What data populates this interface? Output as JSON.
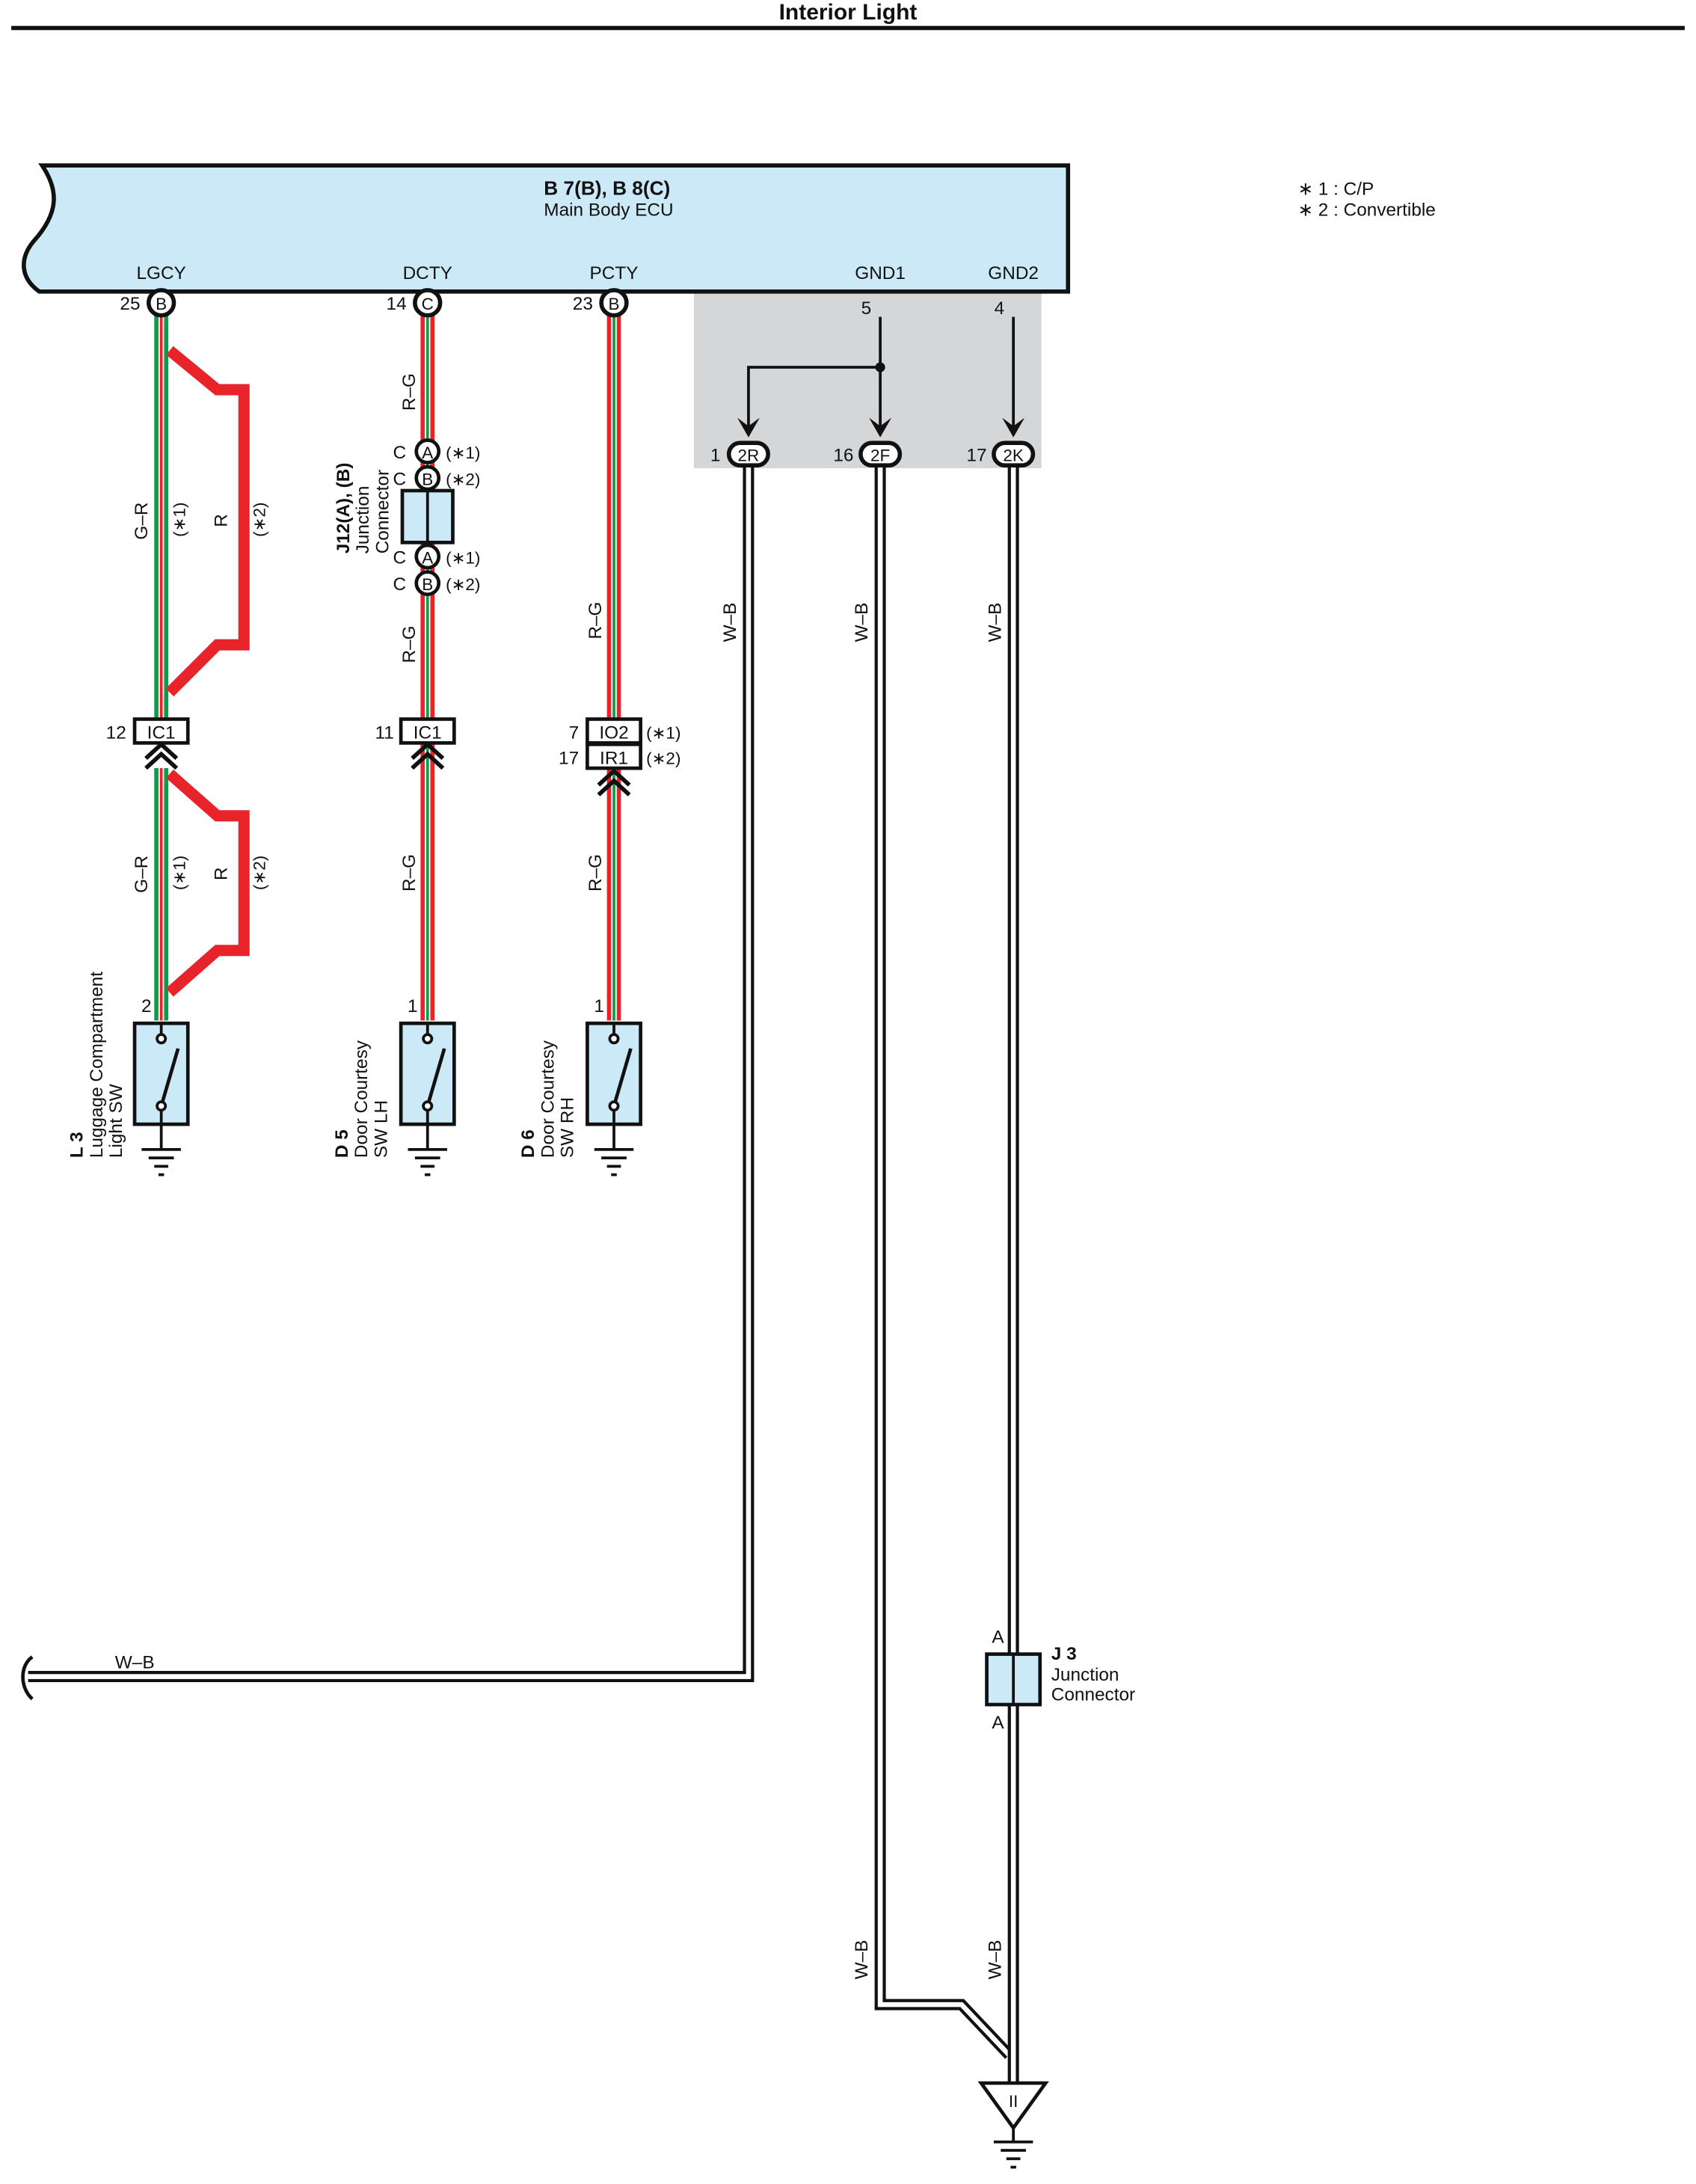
{
  "title": "Interior Light",
  "legend": [
    "∗ 1 : C/P",
    "∗ 2 : Convertible"
  ],
  "ecu": {
    "code": "B 7(B), B 8(C)",
    "name": "Main Body ECU"
  },
  "terminals": [
    {
      "label": "LGCY",
      "pin": "25",
      "conn": "B"
    },
    {
      "label": "DCTY",
      "pin": "14",
      "conn": "C"
    },
    {
      "label": "PCTY",
      "pin": "23",
      "conn": "B"
    },
    {
      "label": "GND1",
      "pin": "5"
    },
    {
      "label": "GND2",
      "pin": "4"
    }
  ],
  "ground_points": [
    {
      "pin": "1",
      "conn": "2R"
    },
    {
      "pin": "16",
      "conn": "2F"
    },
    {
      "pin": "17",
      "conn": "2K"
    }
  ],
  "wires": {
    "gr": "G–R",
    "r": "R",
    "rg": "R–G",
    "wb": "W–B",
    "star1": "(∗1)",
    "star2": "(∗2)"
  },
  "j12": {
    "code": "J12(A), (B)",
    "line1": "Junction",
    "line2": "Connector",
    "pin": "C",
    "connA": "A",
    "connB": "B"
  },
  "inline_connectors": [
    {
      "pin": "12",
      "conn": "IC1"
    },
    {
      "pin": "11",
      "conn": "IC1"
    },
    {
      "pin": "7",
      "conn": "IO2"
    },
    {
      "pin": "17",
      "conn": "IR1"
    }
  ],
  "switches": [
    {
      "pin": "2",
      "code": "L 3",
      "line1": "Luggage Compartment",
      "line2": "Light SW"
    },
    {
      "pin": "1",
      "code": "D 5",
      "line1": "Door Courtesy",
      "line2": "SW LH"
    },
    {
      "pin": "1",
      "code": "D 6",
      "line1": "Door Courtesy",
      "line2": "SW RH"
    }
  ],
  "j3": {
    "code": "J 3",
    "line1": "Junction",
    "line2": "Connector",
    "pin_top": "A",
    "pin_bottom": "A"
  },
  "ground_symbol": "II",
  "colors": {
    "ecu_fill": "#cce9f8",
    "shade": "#d4d6d8",
    "red": "#e8232a",
    "green": "#169848",
    "wire_white": "#ffffff",
    "outline": "#111111"
  }
}
